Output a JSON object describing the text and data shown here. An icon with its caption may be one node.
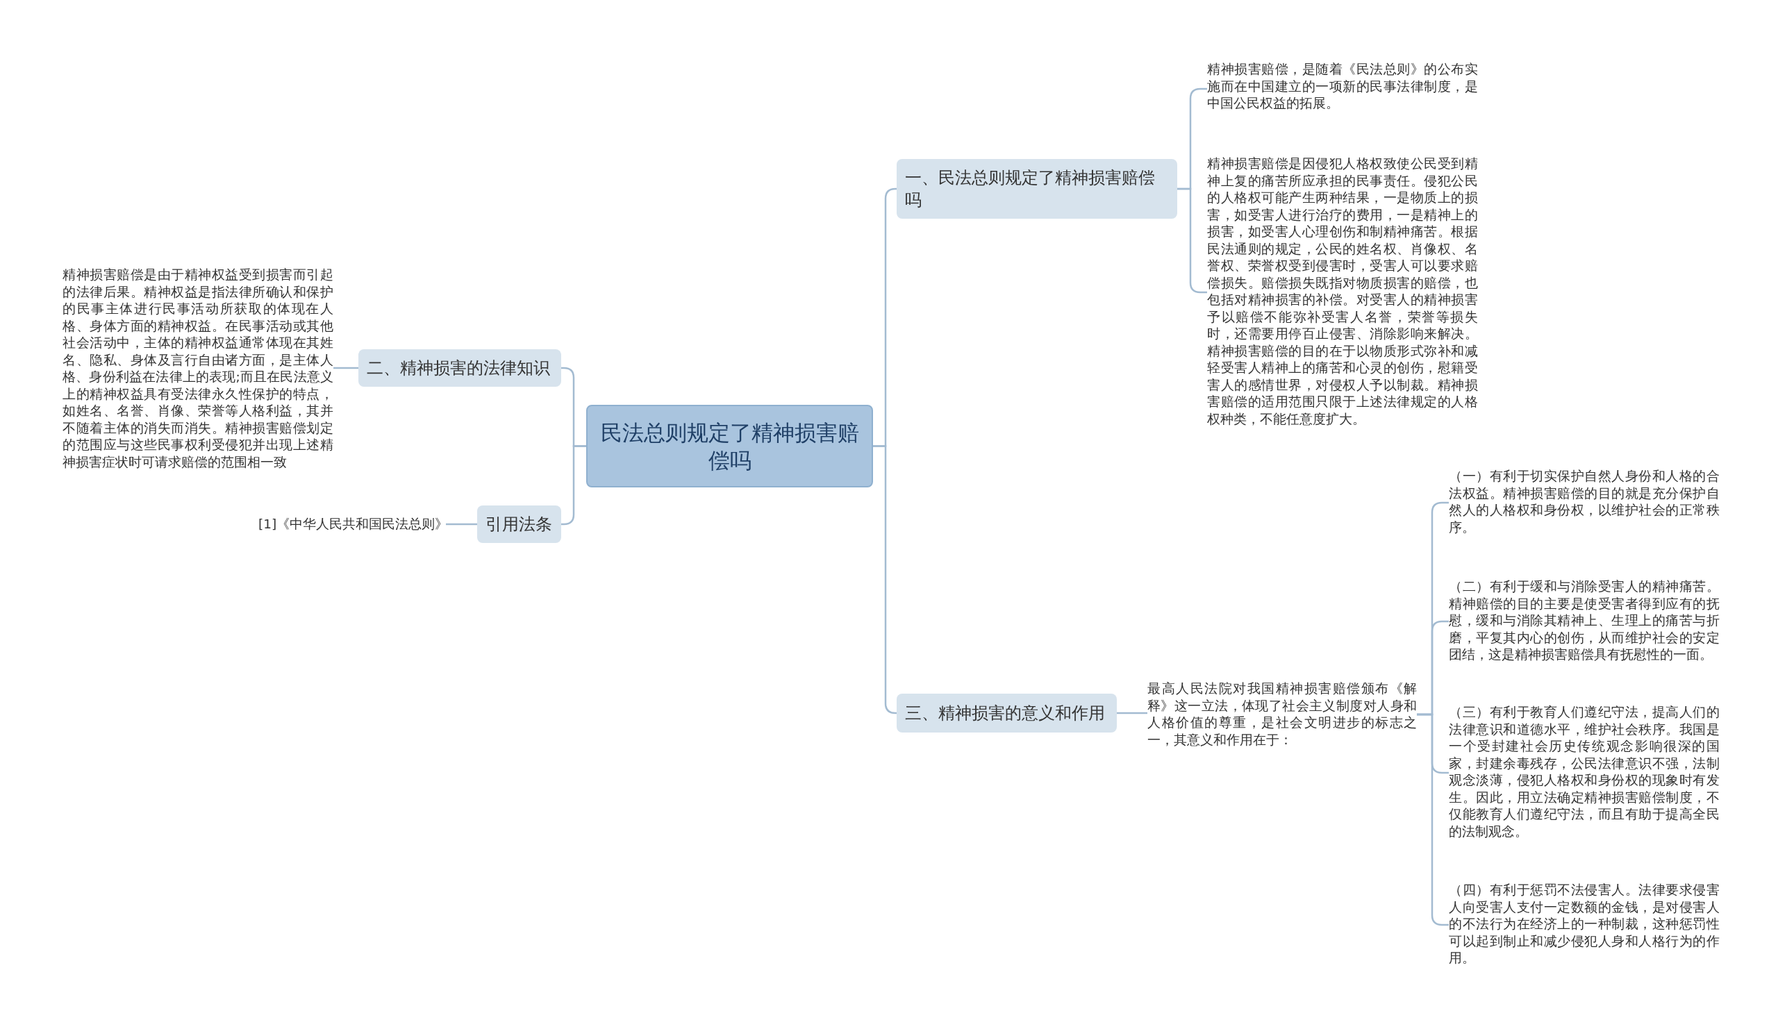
{
  "diagram": {
    "nodes": [
      {
        "text": [
          "民法总则规定了精神损害赔偿吗"
        ]
      },
      {
        "text": [
          "一、民法总则规定了精神损害赔偿吗"
        ]
      },
      {
        "text": [
          "精神损害赔偿，是随着《民法总则》的公布实施而在中国建立的一项新的民事法律制度，是中国公民权益的拓展。"
        ]
      },
      {
        "text": [
          "精神损害赔偿是因侵犯人格权致使公民受到精神上复的痛苦所应承担的民事责任。侵犯公民的人格权可能产生两种结果，一是物质上的损害，如受害人进行治疗的费用，一是精神上的损害，如受害人心理创伤和制精神痛苦。根据民法通则的规定，公民的姓名权、肖像权、名誉权、荣誉权受到侵害时，受害人可以要求赔偿损失。赔偿损失既指对物质损害的赔偿，也包括对精神损害的补偿。对受害人的精神损害予以赔偿不能弥补受害人名誉，荣誉等损失时，还需要用停百止侵害、消除影响来解决。精神损害赔偿的目的在于以物质形式弥补和减轻受害人精神上的痛苦和心灵的创伤，慰籍受害人的感情世界，对侵权人予以制裁。精神损害赔偿的适用范围只限于上述法律规定的人格权种类，不能任意度扩大。"
        ]
      },
      {
        "text": [
          "三、精神损害的意义和作用"
        ]
      },
      {
        "text": [
          "最高人民法院对我国精神损害赔偿颁布《解释》这一立法，体现了社会主义制度对人身和人格价值的尊重，是社会文明进步的标志之一，其意义和作用在于："
        ]
      },
      {
        "text": [
          "（一）有利于切实保护自然人身份和人格的合法权益。精神损害赔偿的目的就是充分保护自然人的人格权和身份权，以维护社会的正常秩序。"
        ]
      },
      {
        "text": [
          "（二）有利于缓和与消除受害人的精神痛苦。精神赔偿的目的主要是使受害者得到应有的抚慰，缓和与消除其精神上、生理上的痛苦与折磨，平复其内心的创伤，从而维护社会的安定团结，这是精神损害赔偿具有抚慰性的一面。"
        ]
      },
      {
        "text": [
          "（三）有利于教育人们遵纪守法，提高人们的法律意识和道德水平，维护社会秩序。我国是一个受封建社会历史传统观念影响很深的国家，封建余毒残存，公民法律意识不强，法制观念淡薄，侵犯人格权和身份权的现象时有发生。因此，用立法确定精神损害赔偿制度，不仅能教育人们遵纪守法，而且有助于提高全民的法制观念。"
        ]
      },
      {
        "text": [
          "（四）有利于惩罚不法侵害人。法律要求侵害人向受害人支付一定数额的金钱，是对侵害人的不法行为在经济上的一种制裁，这种惩罚性可以起到制止和减少侵犯人身和人格行为的作用。"
        ]
      },
      {
        "text": [
          "二、精神损害的法律知识"
        ]
      },
      {
        "text": [
          "精神损害赔偿是由于精神权益受到损害而引起的法律后果。精神权益是指法律所确认和保护的民事主体进行民事活动所获取的体现在人格、身体方面的精神权益。在民事活动或其他社会活动中，主体的精神权益通常体现在其姓名、隐私、身体及言行自由诸方面，是主体人格、身份利益在法律上的表现;而且在民法意义上的精神权益具有受法律永久性保护的特点，如姓名、名誉、肖像、荣誉等人格利益，其并不随着主体的消失而消失。精神损害赔偿划定的范围应与这些民事权利受侵犯并出现上述精神损害症状时可请求赔偿的范围相一致"
        ]
      },
      {
        "text": [
          "引用法条"
        ]
      },
      {
        "text": [
          "[1]《中华人民共和国民法总则》"
        ]
      }
    ],
    "edges": [
      {
        "from": 0,
        "to": 1,
        "arrow": "none"
      },
      {
        "from": 1,
        "to": 2,
        "arrow": "none"
      },
      {
        "from": 1,
        "to": 3,
        "arrow": "none"
      },
      {
        "from": 0,
        "to": 4,
        "arrow": "none"
      },
      {
        "from": 4,
        "to": 5,
        "arrow": "none"
      },
      {
        "from": 5,
        "to": 6,
        "arrow": "none"
      },
      {
        "from": 5,
        "to": 7,
        "arrow": "none"
      },
      {
        "from": 5,
        "to": 8,
        "arrow": "none"
      },
      {
        "from": 5,
        "to": 9,
        "arrow": "none"
      },
      {
        "from": 0,
        "to": 10,
        "arrow": "none"
      },
      {
        "from": 10,
        "to": 11,
        "arrow": "none"
      },
      {
        "from": 0,
        "to": 12,
        "arrow": "none"
      },
      {
        "from": 12,
        "to": 13,
        "arrow": "none"
      }
    ]
  }
}
